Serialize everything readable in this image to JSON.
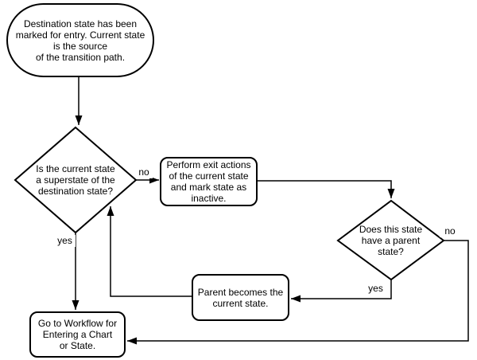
{
  "colors": {
    "stroke": "#000000",
    "node_fill": "#ffffff",
    "text": "#000000",
    "canvas_bg": "#ffffff"
  },
  "nodes": {
    "start_terminator": {
      "text": "Destination state has been\nmarked for entry. Current state\nis the source\nof the transition path."
    },
    "decision_superstate": {
      "text": "Is the current state\na superstate of the\ndestination state?"
    },
    "process_exit_actions": {
      "text": "Perform exit actions\nof the current state\nand mark state as\ninactive."
    },
    "decision_parent_state": {
      "text": "Does this state\nhave a parent\nstate?"
    },
    "process_parent_becomes_current": {
      "text": "Parent becomes the\ncurrent state."
    },
    "process_goto_workflow": {
      "text": "Go to Workflow for\nEntering a Chart\nor State."
    }
  },
  "edge_labels": {
    "superstate_no": "no",
    "superstate_yes": "yes",
    "parent_no": "no",
    "parent_yes": "yes"
  }
}
